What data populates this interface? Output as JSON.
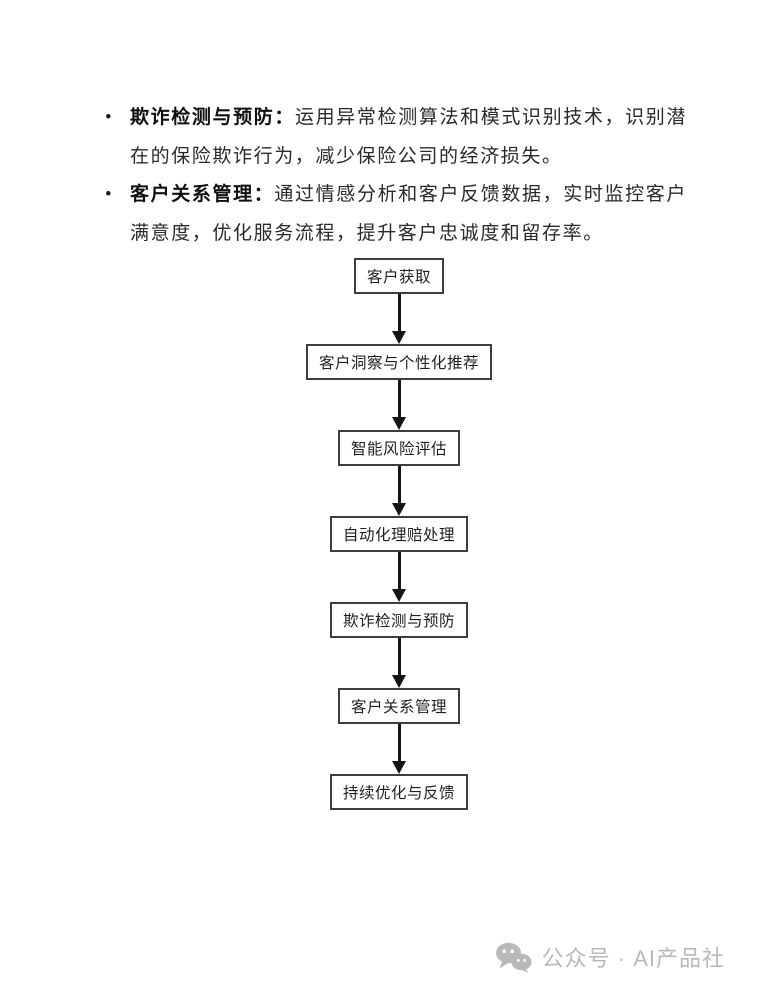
{
  "document": {
    "bullets": [
      {
        "label": "欺诈检测与预防：",
        "text": "运用异常检测算法和模式识别技术，识别潜在的保险欺诈行为，减少保险公司的经济损失。"
      },
      {
        "label": "客户关系管理：",
        "text": "通过情感分析和客户反馈数据，实时监控客户满意度，优化服务流程，提升客户忠诚度和留存率。"
      }
    ]
  },
  "flowchart": {
    "type": "flowchart",
    "direction": "top-down",
    "edges": "sequential",
    "nodes": [
      "客户获取",
      "客户洞察与个性化推荐",
      "智能风险评估",
      "自动化理赔处理",
      "欺诈检测与预防",
      "客户关系管理",
      "持续优化与反馈"
    ]
  },
  "footer": {
    "icon": "wechat-icon",
    "text": "公众号 · AI产品社"
  },
  "colors": {
    "page_background": "#ffffff",
    "body_text": "#2a2a2a",
    "box_border": "#3d3d3d",
    "arrow": "#141414",
    "watermark": "#b9b9b9"
  }
}
